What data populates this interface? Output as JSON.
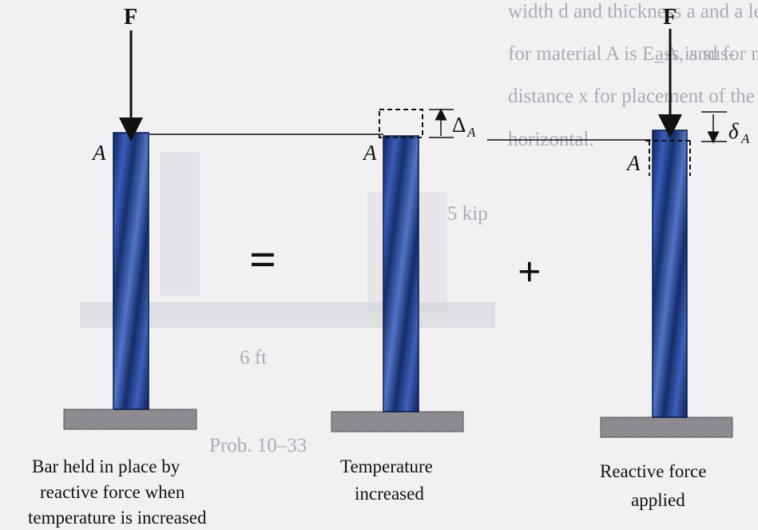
{
  "force_symbol": "F",
  "point_label": "A",
  "delta_thermal": "Δ",
  "delta_force": "δ",
  "delta_subscript": "A",
  "equals_sign": "=",
  "plus_sign": "+",
  "panels": {
    "left_caption_lines": [
      "Bar held in place by",
      "reactive force when",
      "temperature is increased"
    ],
    "middle_caption_lines": [
      "Temperature",
      "increased"
    ],
    "right_caption_lines": [
      "Reactive force",
      "applied"
    ]
  },
  "background_bleed": {
    "lines": [
      "width d and thickness a and a length L. If the modulus of",
      "for material A is E_A, and for material B it is E_B, determi",
      "distance x for placement of the force P so that the beam re",
      "horizontal."
    ],
    "prob": "Prob. 10–33",
    "dim_6ft": "6 ft",
    "load": "5 kip",
    "side": "ass is sus-"
  },
  "colors": {
    "background": "#f1f1f4",
    "bar_dark": "#122a66",
    "bar_light": "#4a6bc0",
    "ground": "#8f8f93"
  }
}
